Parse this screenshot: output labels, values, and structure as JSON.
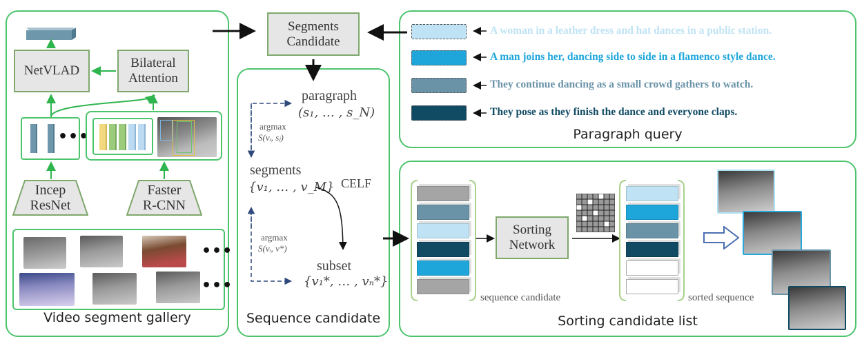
{
  "colors": {
    "panel_border": "#4cc46c",
    "box_fill": "#e6e6e6",
    "box_border": "#7ea86c",
    "sentence_1": "#bfe3f4",
    "sentence_2": "#1ea6da",
    "sentence_3": "#6a93a8",
    "sentence_4": "#104b63",
    "gray_block": "#a5a5a5",
    "dashed_arrow": "#2f4a7a"
  },
  "gallery_panel": {
    "title": "Video segment gallery",
    "netvlad_label": "NetVLAD",
    "bilateral_label_1": "Bilateral",
    "bilateral_label_2": "Attention",
    "incep_label_1": "Incep",
    "incep_label_2": "ResNet",
    "faster_label_1": "Faster",
    "faster_label_2": "R-CNN",
    "feature_dots": "•••",
    "gallery_row_1_dots": "•••",
    "gallery_row_2_dots": "•••",
    "output_icon": "feature-vector-block-icon"
  },
  "segments_candidate": {
    "label_1": "Segments",
    "label_2": "Candidate"
  },
  "sequence_panel": {
    "title": "Sequence candidate",
    "paragraph_word": "paragraph",
    "paragraph_math": "(s₁, … , s_N)",
    "argmax_1": "argmax",
    "score_1": "S(vᵢ, sⱼ)",
    "segments_word": "segments",
    "segments_math": "{v₁, … , v_M}",
    "celf_label": "CELF",
    "argmax_2": "argmax",
    "score_2": "S(vᵢ, v*)",
    "subset_word": "subset",
    "subset_math": "{v₁*, … , vₙ*}"
  },
  "paragraph_panel": {
    "title": "Paragraph query",
    "sentences": [
      {
        "text": "A woman in a leather dress and hat dances in a public station.",
        "color": "#bfe3f4"
      },
      {
        "text": "A man joins her, dancing side to side in a flamenco style dance.",
        "color": "#1ea6da"
      },
      {
        "text": "They continue dancing as a small crowd gathers to watch.",
        "color": "#6a93a8"
      },
      {
        "text": "They pose as they finish the dance and everyone claps.",
        "color": "#104b63"
      }
    ]
  },
  "sorting_panel": {
    "title": "Sorting candidate list",
    "sorting_label_1": "Sorting",
    "sorting_label_2": "Network",
    "sequence_caption": "sequence candidate",
    "sorted_caption": "sorted sequence",
    "input_blocks": [
      "#a5a5a5",
      "#6a93a8",
      "#bfe3f4",
      "#104b63",
      "#1ea6da",
      "#a5a5a5"
    ],
    "output_blocks": [
      "#bfe3f4",
      "#1ea6da",
      "#6a93a8",
      "#104b63",
      "#ffffff",
      "#ffffff"
    ],
    "permutation_matrix_icon": "permutation-matrix-icon",
    "result_arrow_icon": "hollow-arrow-icon"
  }
}
